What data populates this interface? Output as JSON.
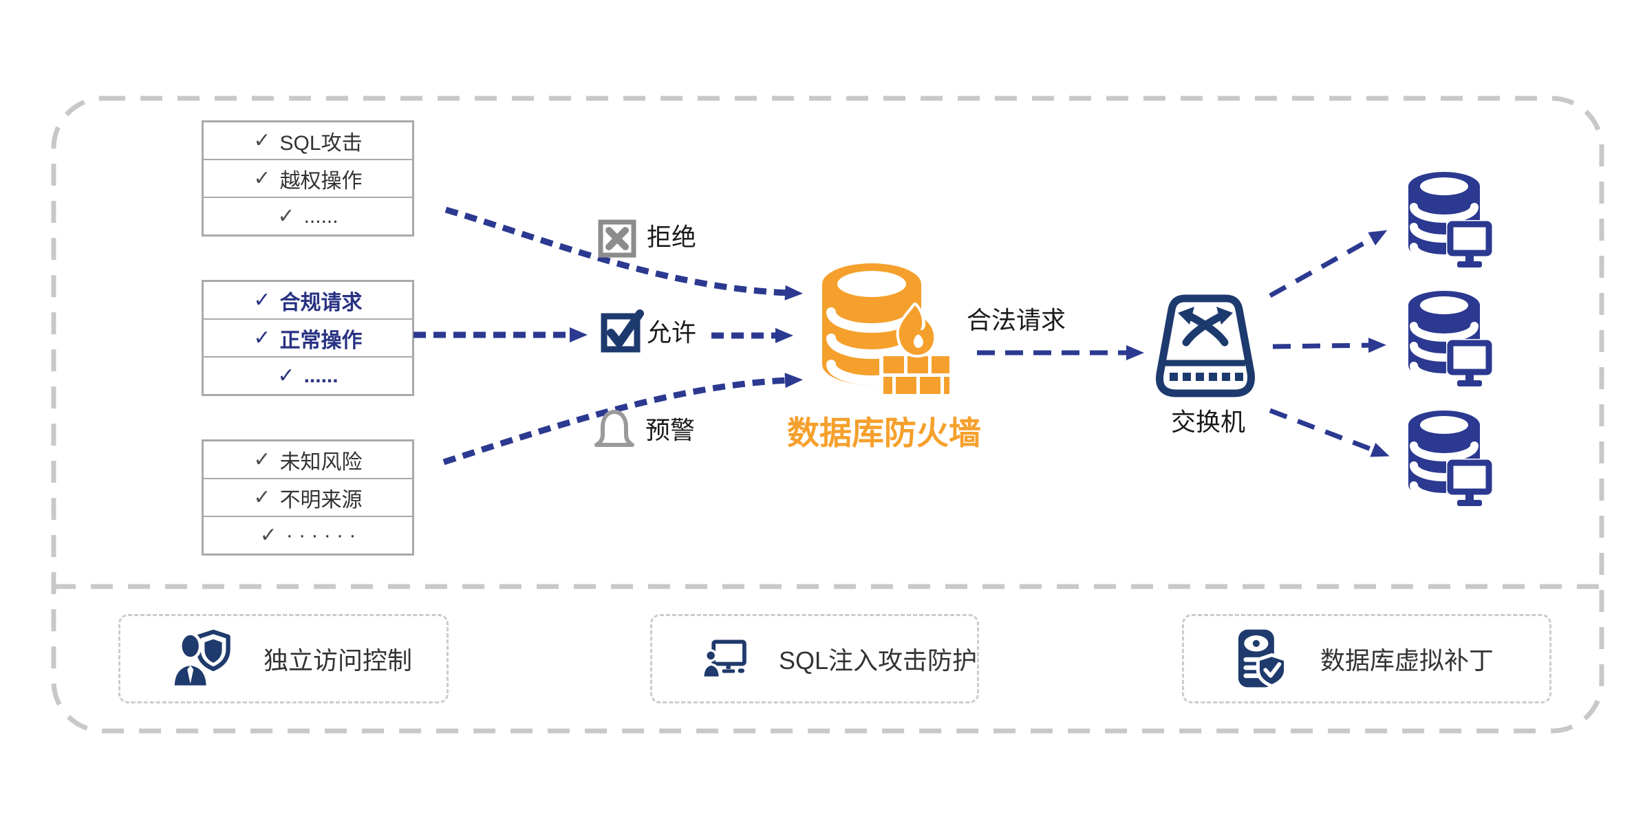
{
  "ui": {
    "check_char": "✓"
  },
  "colors": {
    "navy_arrow": "#2B3990",
    "navy_icon": "#2B3990",
    "dark_navy": "#1D3A6E",
    "orange": "#F5A02C",
    "icon_gray": "#8C8C8C",
    "border_gray": "#A9A9A9",
    "dash_gray": "#C8C8C8",
    "text_dark": "#333333",
    "blue_text": "#283282"
  },
  "request_groups": [
    {
      "id": "attacks",
      "items": [
        "SQL攻击",
        "越权操作",
        "......"
      ]
    },
    {
      "id": "legitimate",
      "items": [
        "合规请求",
        "正常操作",
        "......"
      ]
    },
    {
      "id": "unknown",
      "items": [
        "未知风险",
        "不明来源",
        "· · · · · ·"
      ]
    }
  ],
  "actions": {
    "reject": "拒绝",
    "allow": "允许",
    "alert": "预警"
  },
  "firewall": {
    "label": "数据库防火墙"
  },
  "flow": {
    "legal_request": "合法请求"
  },
  "switch": {
    "label": "交换机"
  },
  "features": [
    {
      "id": "access-control",
      "icon": "admin-shield-icon",
      "label": "独立访问控制"
    },
    {
      "id": "sql-injection",
      "icon": "operator-monitor-icon",
      "label": "SQL注入攻击防护"
    },
    {
      "id": "virtual-patch",
      "icon": "database-shield-icon",
      "label": "数据库虚拟补丁"
    }
  ]
}
